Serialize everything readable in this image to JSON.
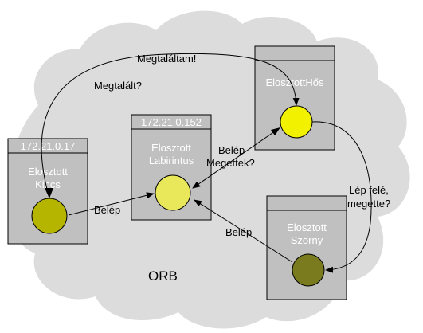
{
  "diagram": {
    "orb_label": "ORB",
    "colors": {
      "cloud": "#dcdcdc",
      "box_fill": "#c0c0c0",
      "box_stroke": "#000000",
      "kincs_node": "#b5b500",
      "labirintus_node": "#e8e85a",
      "hos_node": "#f2f200",
      "szorny_node": "#7a7a1f"
    },
    "nodes": {
      "kincs": {
        "ip": "172.21.0.17",
        "name_line1": "Elosztott",
        "name_line2": "Kincs"
      },
      "labirintus": {
        "ip": "172.21.0.152",
        "name_line1": "Elosztott",
        "name_line2": "Labirintus"
      },
      "hos": {
        "ip": "",
        "name_line1": "ElosztottHős",
        "name_line2": ""
      },
      "szorny": {
        "ip": "",
        "name_line1": "Elosztott",
        "name_line2": "Szörny"
      }
    },
    "edges": {
      "hos_kincs_top": "Megtaláltam!",
      "kincs_hos_found": "Megtalált?",
      "kincs_lab": "Belép",
      "hos_lab_1": "Belép",
      "hos_lab_2": "Megettek?",
      "hos_szorny_1": "Lép felé,",
      "hos_szorny_2": "megette?",
      "szorny_lab": "Belép"
    }
  }
}
